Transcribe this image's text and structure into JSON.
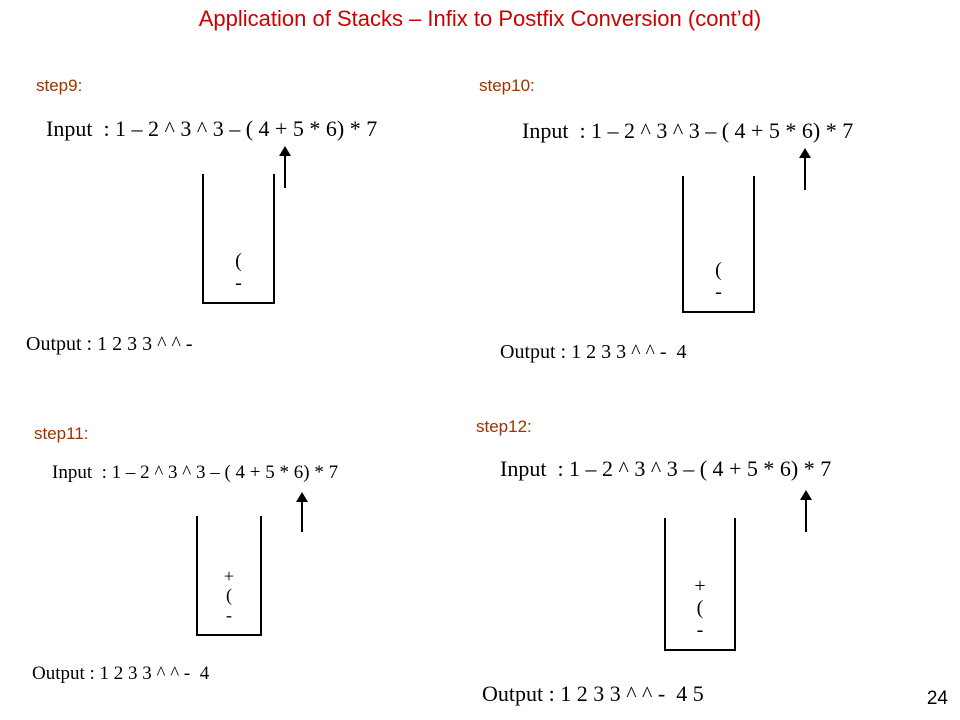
{
  "title": "Application of Stacks – Infix to Postfix Conversion (cont’d)",
  "page_number": "24",
  "colors": {
    "title": "#cc0000",
    "step_label": "#993300"
  },
  "steps": [
    {
      "label": "step9:",
      "input": "Input  : 1 – 2 ^ 3 ^ 3 – ( 4 + 5 * 6) * 7",
      "stack": [
        "(",
        "-"
      ],
      "output": "Output : 1 2 3 3 ^ ^ -"
    },
    {
      "label": "step10:",
      "input": "Input  : 1 – 2 ^ 3 ^ 3 – ( 4 + 5 * 6) * 7",
      "stack": [
        "(",
        "-"
      ],
      "output": "Output : 1 2 3 3 ^ ^ -  4"
    },
    {
      "label": "step11:",
      "input": "Input  : 1 – 2 ^ 3 ^ 3 – ( 4 + 5 * 6) * 7",
      "stack": [
        "+",
        "(",
        "-"
      ],
      "output": "Output : 1 2 3 3 ^ ^ -  4"
    },
    {
      "label": "step12:",
      "input": "Input  : 1 – 2 ^ 3 ^ 3 – ( 4 + 5 * 6) * 7",
      "stack": [
        "+",
        "(",
        "-"
      ],
      "output": "Output : 1 2 3 3 ^ ^ -  4 5"
    }
  ]
}
